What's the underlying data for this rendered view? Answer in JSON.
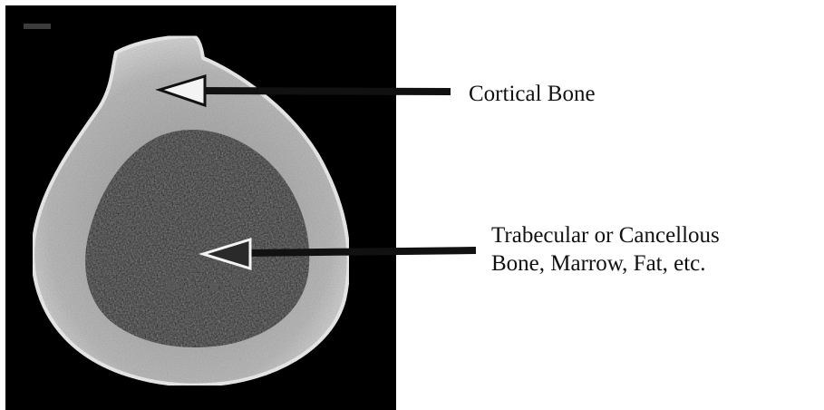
{
  "labels": {
    "cortical": "Cortical Bone",
    "trabecular_line1": "Trabecular or Cancellous",
    "trabecular_line2": "Bone, Marrow, Fat, etc."
  },
  "colors": {
    "page_background": "#ffffff",
    "scan_background": "#000000",
    "cortical_bone": "#c9c9c9",
    "marrow_cavity": "#141414",
    "arrow": "#111111"
  },
  "icons": {
    "cortical_pointer": "arrow-left-icon",
    "trabecular_pointer": "arrow-left-icon"
  }
}
